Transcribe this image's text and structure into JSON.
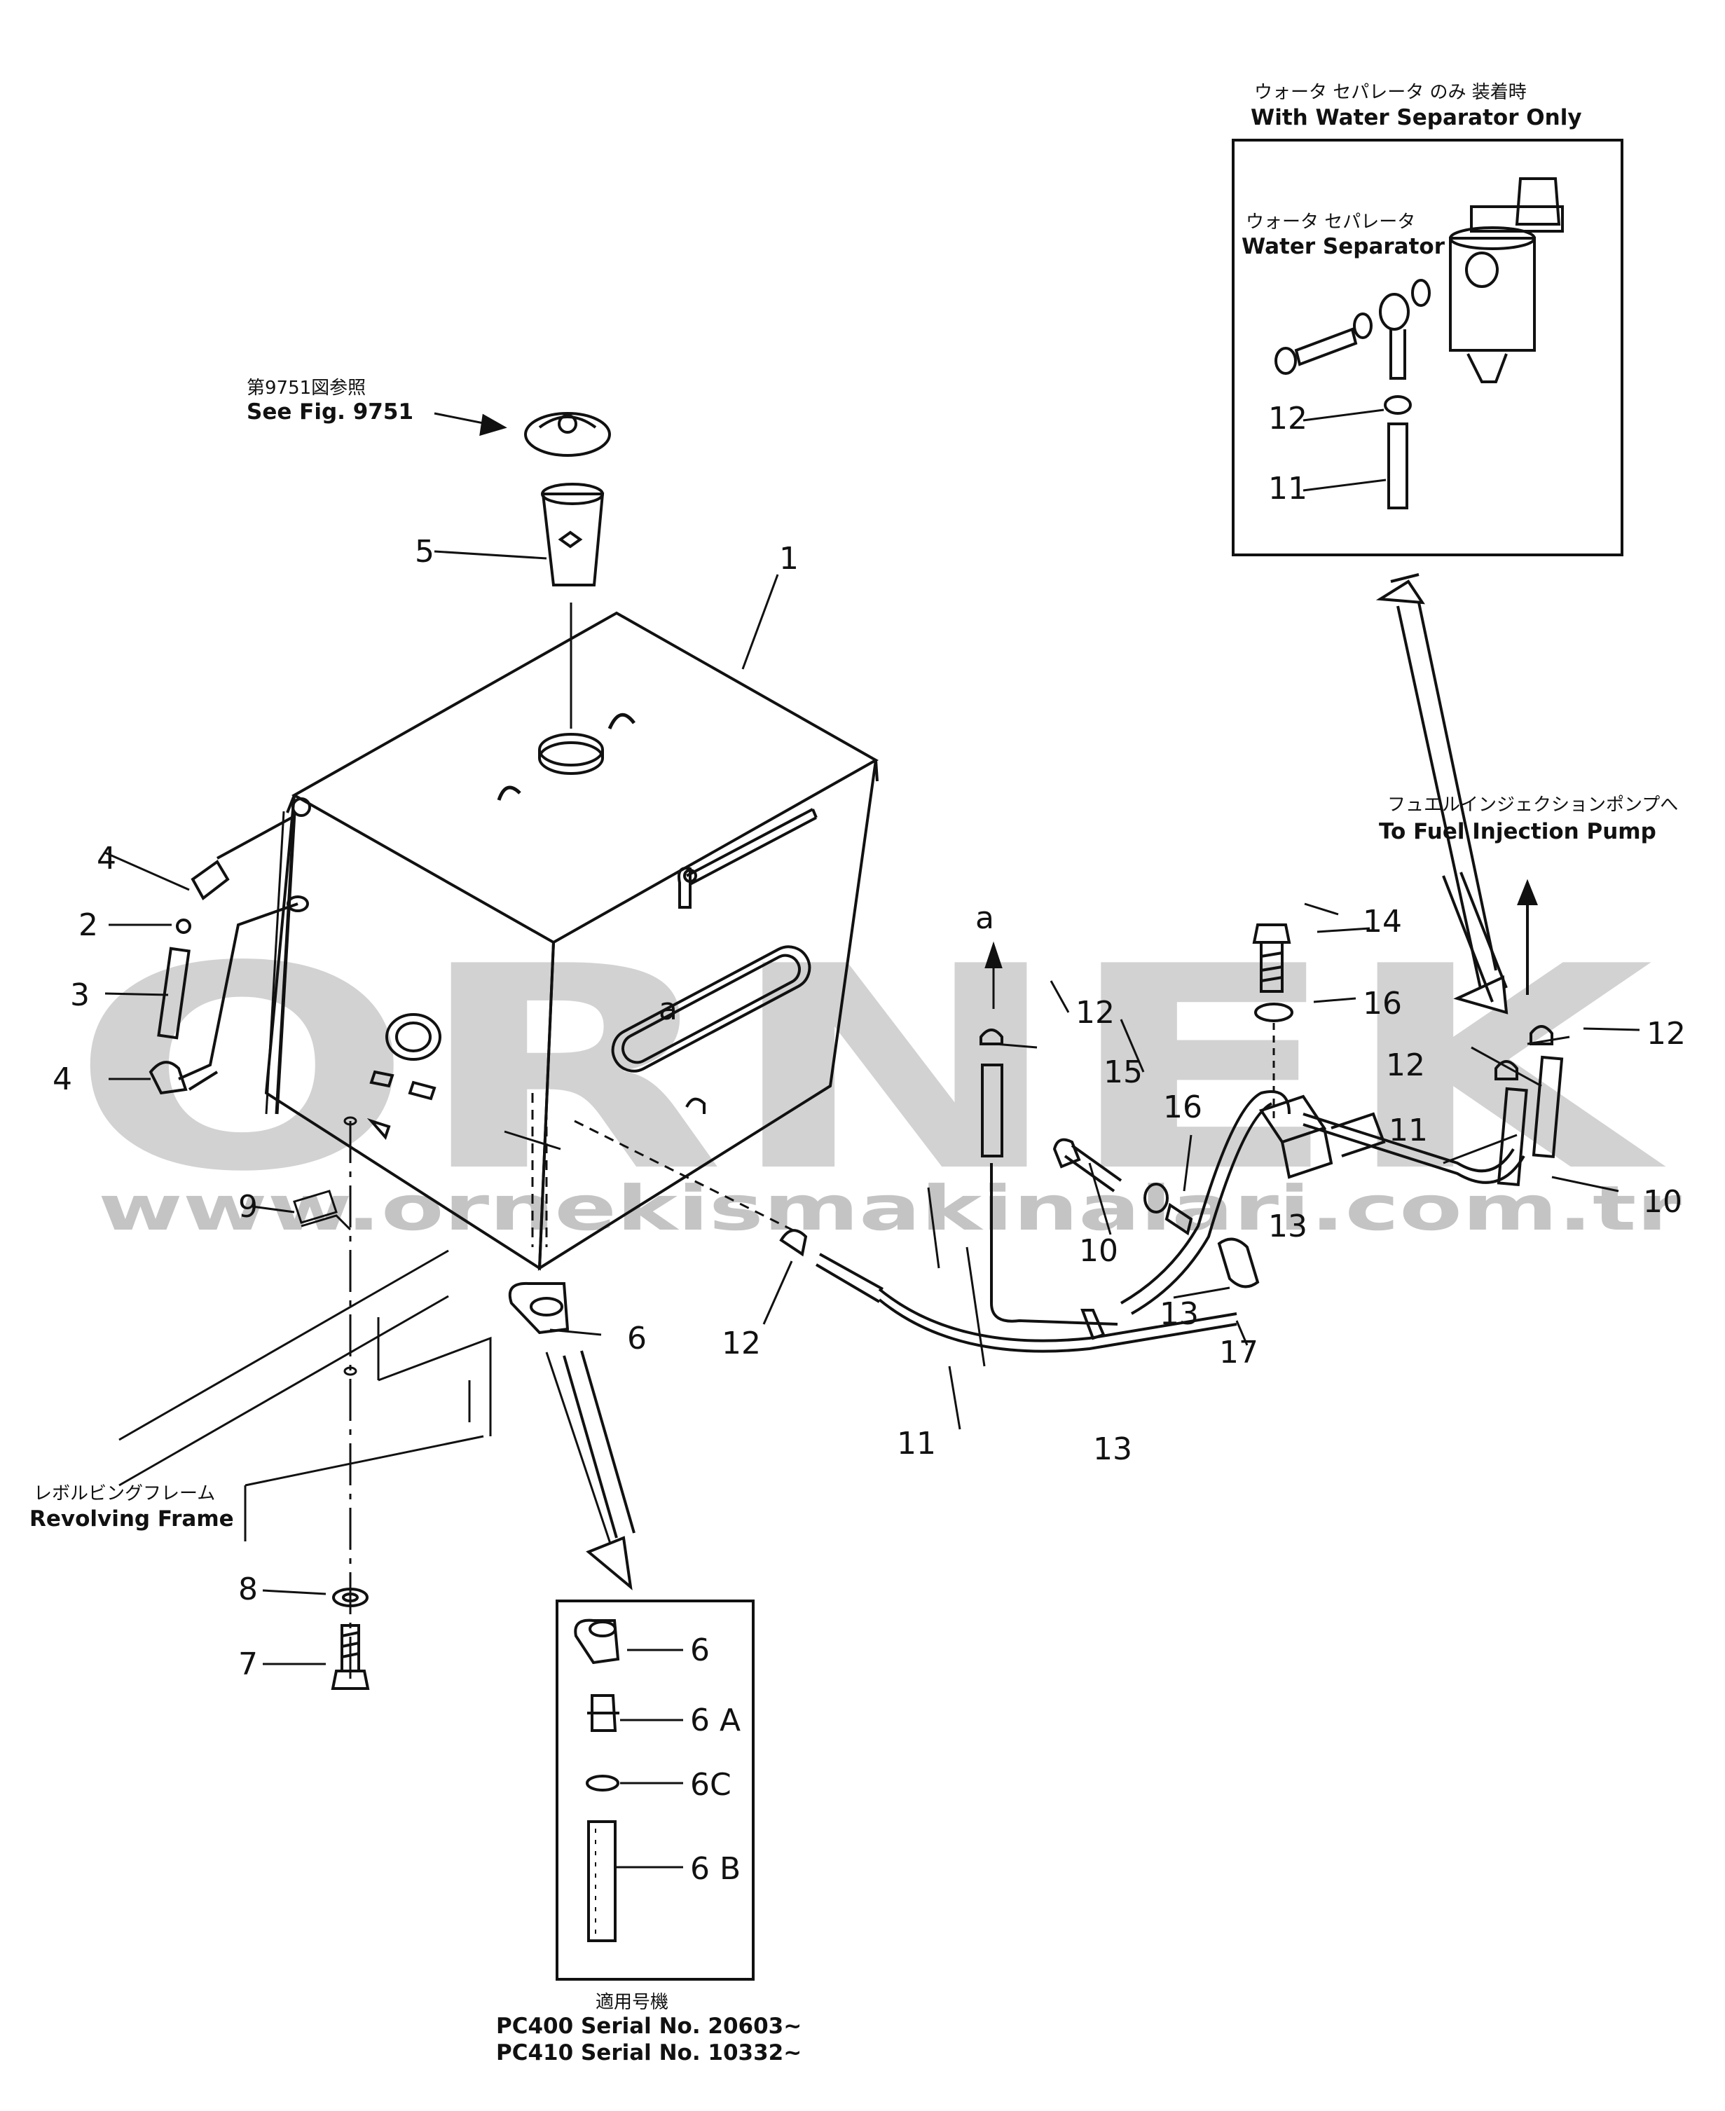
{
  "watermark": {
    "brand": "ORNEK",
    "url": "www.ornekismakinalari.com.tr",
    "color": "#c9c9c9"
  },
  "notes": {
    "fig_ref_jp": "第9751図参照",
    "fig_ref_en": "See Fig. 9751",
    "water_sep_only_jp": "ウォータ セパレータ のみ 装着時",
    "water_sep_only_en": "With Water Separator Only",
    "water_sep_jp": "ウォータ セパレータ",
    "water_sep_en": "Water Separator",
    "to_pump_jp": "フュエルインジェクションポンプへ",
    "to_pump_en": "To Fuel Injection Pump",
    "frame_jp": "レボルビングフレーム",
    "frame_en": "Revolving Frame",
    "applicable_jp": "適用号機",
    "serial_1": "PC400  Serial  No.  20603~",
    "serial_2": "PC410  Serial  No.  10332~"
  },
  "callouts": {
    "c1": "1",
    "c2": "2",
    "c3": "3",
    "c4a": "4",
    "c4b": "4",
    "c5": "5",
    "c6": "6",
    "c7": "7",
    "c8": "8",
    "c9": "9",
    "c10a": "10",
    "c10b": "10",
    "c11a": "11",
    "c11b": "11",
    "c12a": "12",
    "c12b": "12",
    "c12c": "12",
    "c12d": "12",
    "c13a": "13",
    "c13b": "13",
    "c13c": "13",
    "c14": "14",
    "c15": "15",
    "c16a": "16",
    "c16b": "16",
    "c17": "17",
    "a_top": "a",
    "a_tank": "a",
    "ins_12": "12",
    "ins_11": "11",
    "det_6": "6",
    "det_6a": "6 A",
    "det_6c": "6C",
    "det_6b": "6 B"
  }
}
